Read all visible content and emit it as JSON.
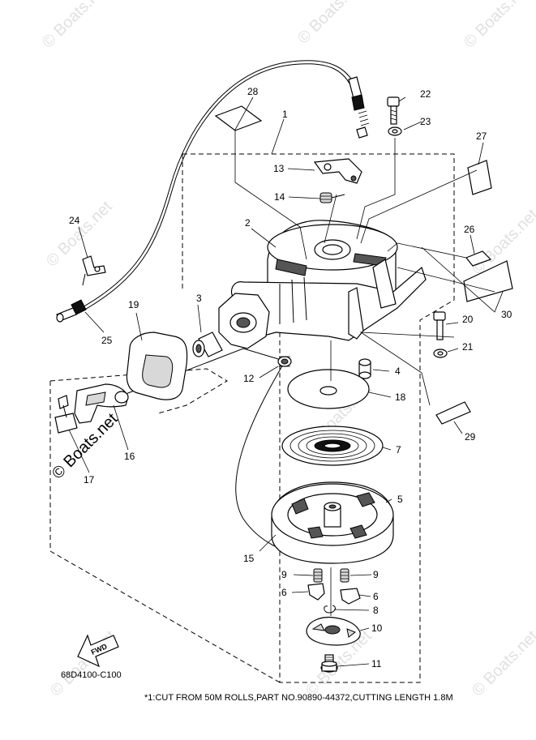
{
  "diagram": {
    "callouts": [
      {
        "id": "c1",
        "label": "1"
      },
      {
        "id": "c2",
        "label": "2"
      },
      {
        "id": "c3",
        "label": "3"
      },
      {
        "id": "c4",
        "label": "4"
      },
      {
        "id": "c5",
        "label": "5"
      },
      {
        "id": "c6a",
        "label": "6"
      },
      {
        "id": "c6b",
        "label": "6"
      },
      {
        "id": "c7",
        "label": "7"
      },
      {
        "id": "c8",
        "label": "8"
      },
      {
        "id": "c9a",
        "label": "9"
      },
      {
        "id": "c9b",
        "label": "9"
      },
      {
        "id": "c10",
        "label": "10"
      },
      {
        "id": "c11",
        "label": "11"
      },
      {
        "id": "c12",
        "label": "12"
      },
      {
        "id": "c13",
        "label": "13"
      },
      {
        "id": "c14",
        "label": "14"
      },
      {
        "id": "c15",
        "label": "15"
      },
      {
        "id": "c16",
        "label": "16"
      },
      {
        "id": "c17",
        "label": "17"
      },
      {
        "id": "c18",
        "label": "18"
      },
      {
        "id": "c19",
        "label": "19"
      },
      {
        "id": "c20",
        "label": "20"
      },
      {
        "id": "c21",
        "label": "21"
      },
      {
        "id": "c22",
        "label": "22"
      },
      {
        "id": "c23",
        "label": "23"
      },
      {
        "id": "c24",
        "label": "24"
      },
      {
        "id": "c25",
        "label": "25"
      },
      {
        "id": "c26",
        "label": "26"
      },
      {
        "id": "c27",
        "label": "27"
      },
      {
        "id": "c28",
        "label": "28"
      },
      {
        "id": "c29",
        "label": "29"
      },
      {
        "id": "c30",
        "label": "30"
      }
    ],
    "diagram_code": "68D4100-C100",
    "footnote": "*1:CUT FROM 50M ROLLS,PART NO.90890-44372,CUTTING LENGTH 1.8M",
    "fwd_label": "FWD",
    "watermark": "© Boats.net"
  }
}
